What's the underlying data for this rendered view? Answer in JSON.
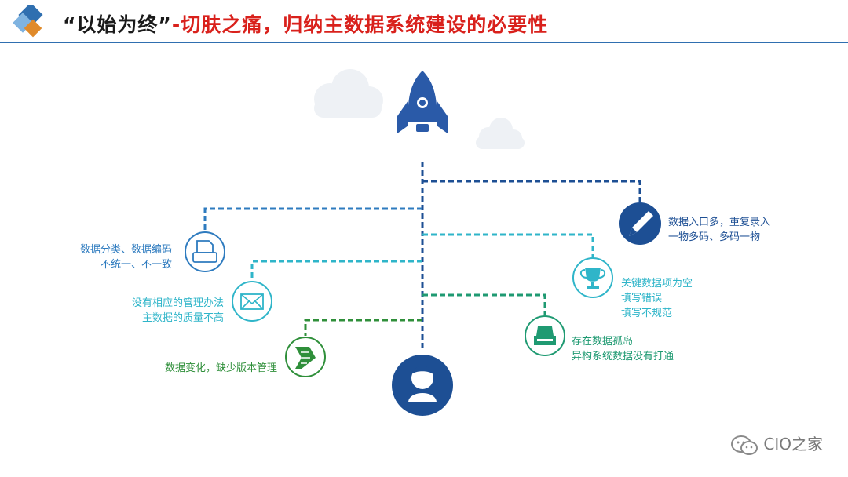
{
  "header": {
    "title_quote": "“以始为终”",
    "title_rest": "-切肤之痛，归纳主数据系统建设的必要性",
    "accent_color": "#d9211c",
    "rule_color": "#2f6fb0"
  },
  "diagram": {
    "top_icon": "rocket-icon",
    "bottom_icon": "user-avatar-icon",
    "left_items": [
      {
        "line1": "数据分类、数据编码",
        "line2": "不统一、不一致",
        "icon": "printer-icon",
        "color": "#2e7bbf"
      },
      {
        "line1": "没有相应的管理办法",
        "line2": "主数据的质量不高",
        "icon": "envelope-icon",
        "color": "#2fb5c9"
      },
      {
        "line1": "数据变化，缺少版本管理",
        "line2": "",
        "icon": "scroll-icon",
        "color": "#2f8f3a"
      }
    ],
    "right_items": [
      {
        "line1": "数据入口多，重复录入",
        "line2": "一物多码、多码一物",
        "line3": "",
        "icon": "pencil-icon",
        "color": "#1d4f94"
      },
      {
        "line1": "关键数据项为空",
        "line2": "填写错误",
        "line3": "填写不规范",
        "icon": "trophy-icon",
        "color": "#2fb5c9"
      },
      {
        "line1": "存在数据孤岛",
        "line2": "异构系统数据没有打通",
        "line3": "",
        "icon": "desktop-icon",
        "color": "#1f9a72"
      }
    ]
  },
  "watermark": {
    "text": "CIO之家",
    "icon": "wechat-icon"
  }
}
